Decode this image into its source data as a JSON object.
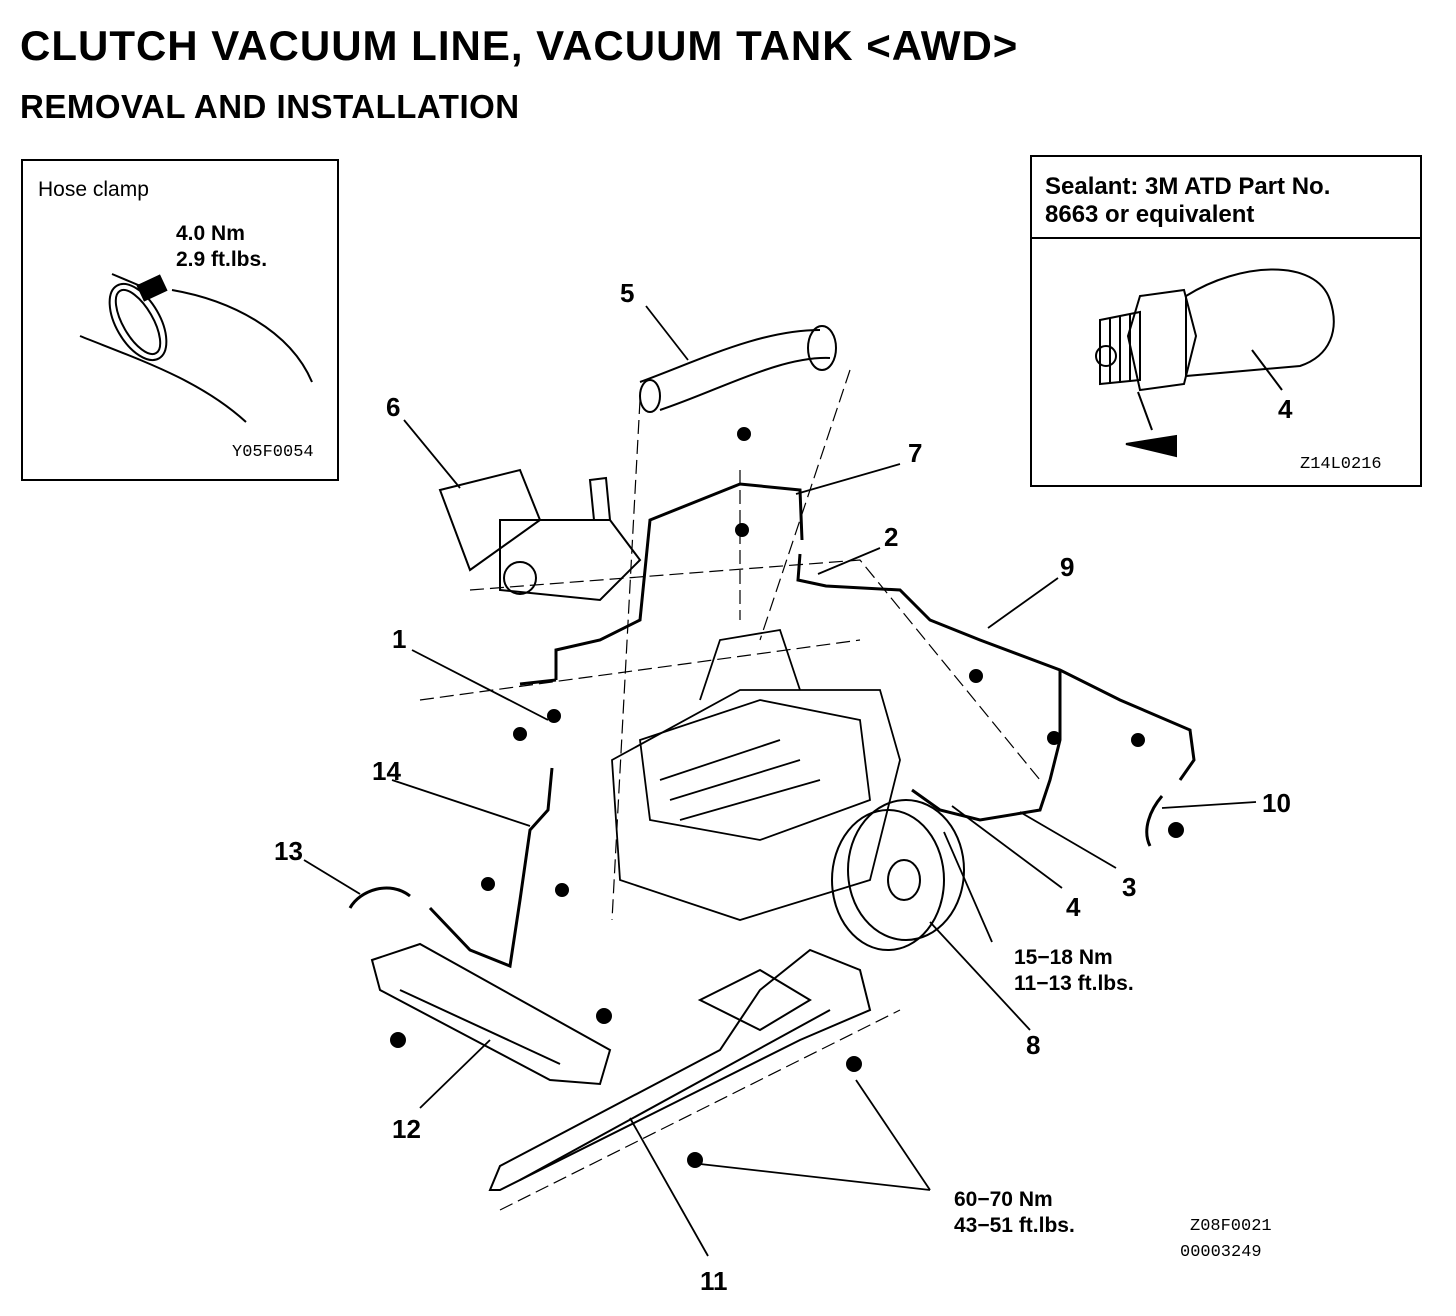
{
  "header": {
    "title": "CLUTCH VACUUM LINE, VACUUM TANK <AWD>",
    "subtitle": "REMOVAL AND INSTALLATION"
  },
  "inset_left": {
    "label": "Hose clamp",
    "torque_nm": "4.0 Nm",
    "torque_ftlbs": "2.9 ft.lbs.",
    "code": "Y05F0054"
  },
  "inset_right": {
    "sealant_line1": "Sealant: 3M ATD Part No.",
    "sealant_line2": "8663 or equivalent",
    "part_number": "4",
    "code": "Z14L0216"
  },
  "callouts": {
    "c1": "1",
    "c2": "2",
    "c3": "3",
    "c4": "4",
    "c5": "5",
    "c6": "6",
    "c7": "7",
    "c8": "8",
    "c9": "9",
    "c10": "10",
    "c11": "11",
    "c12": "12",
    "c13": "13",
    "c14": "14"
  },
  "torques": {
    "tank_nm": "15−18 Nm",
    "tank_ftlbs": "11−13 ft.lbs.",
    "member_nm": "60−70 Nm",
    "member_ftlbs": "43−51 ft.lbs."
  },
  "footer": {
    "code": "Z08F0021",
    "serial": "00003249"
  }
}
